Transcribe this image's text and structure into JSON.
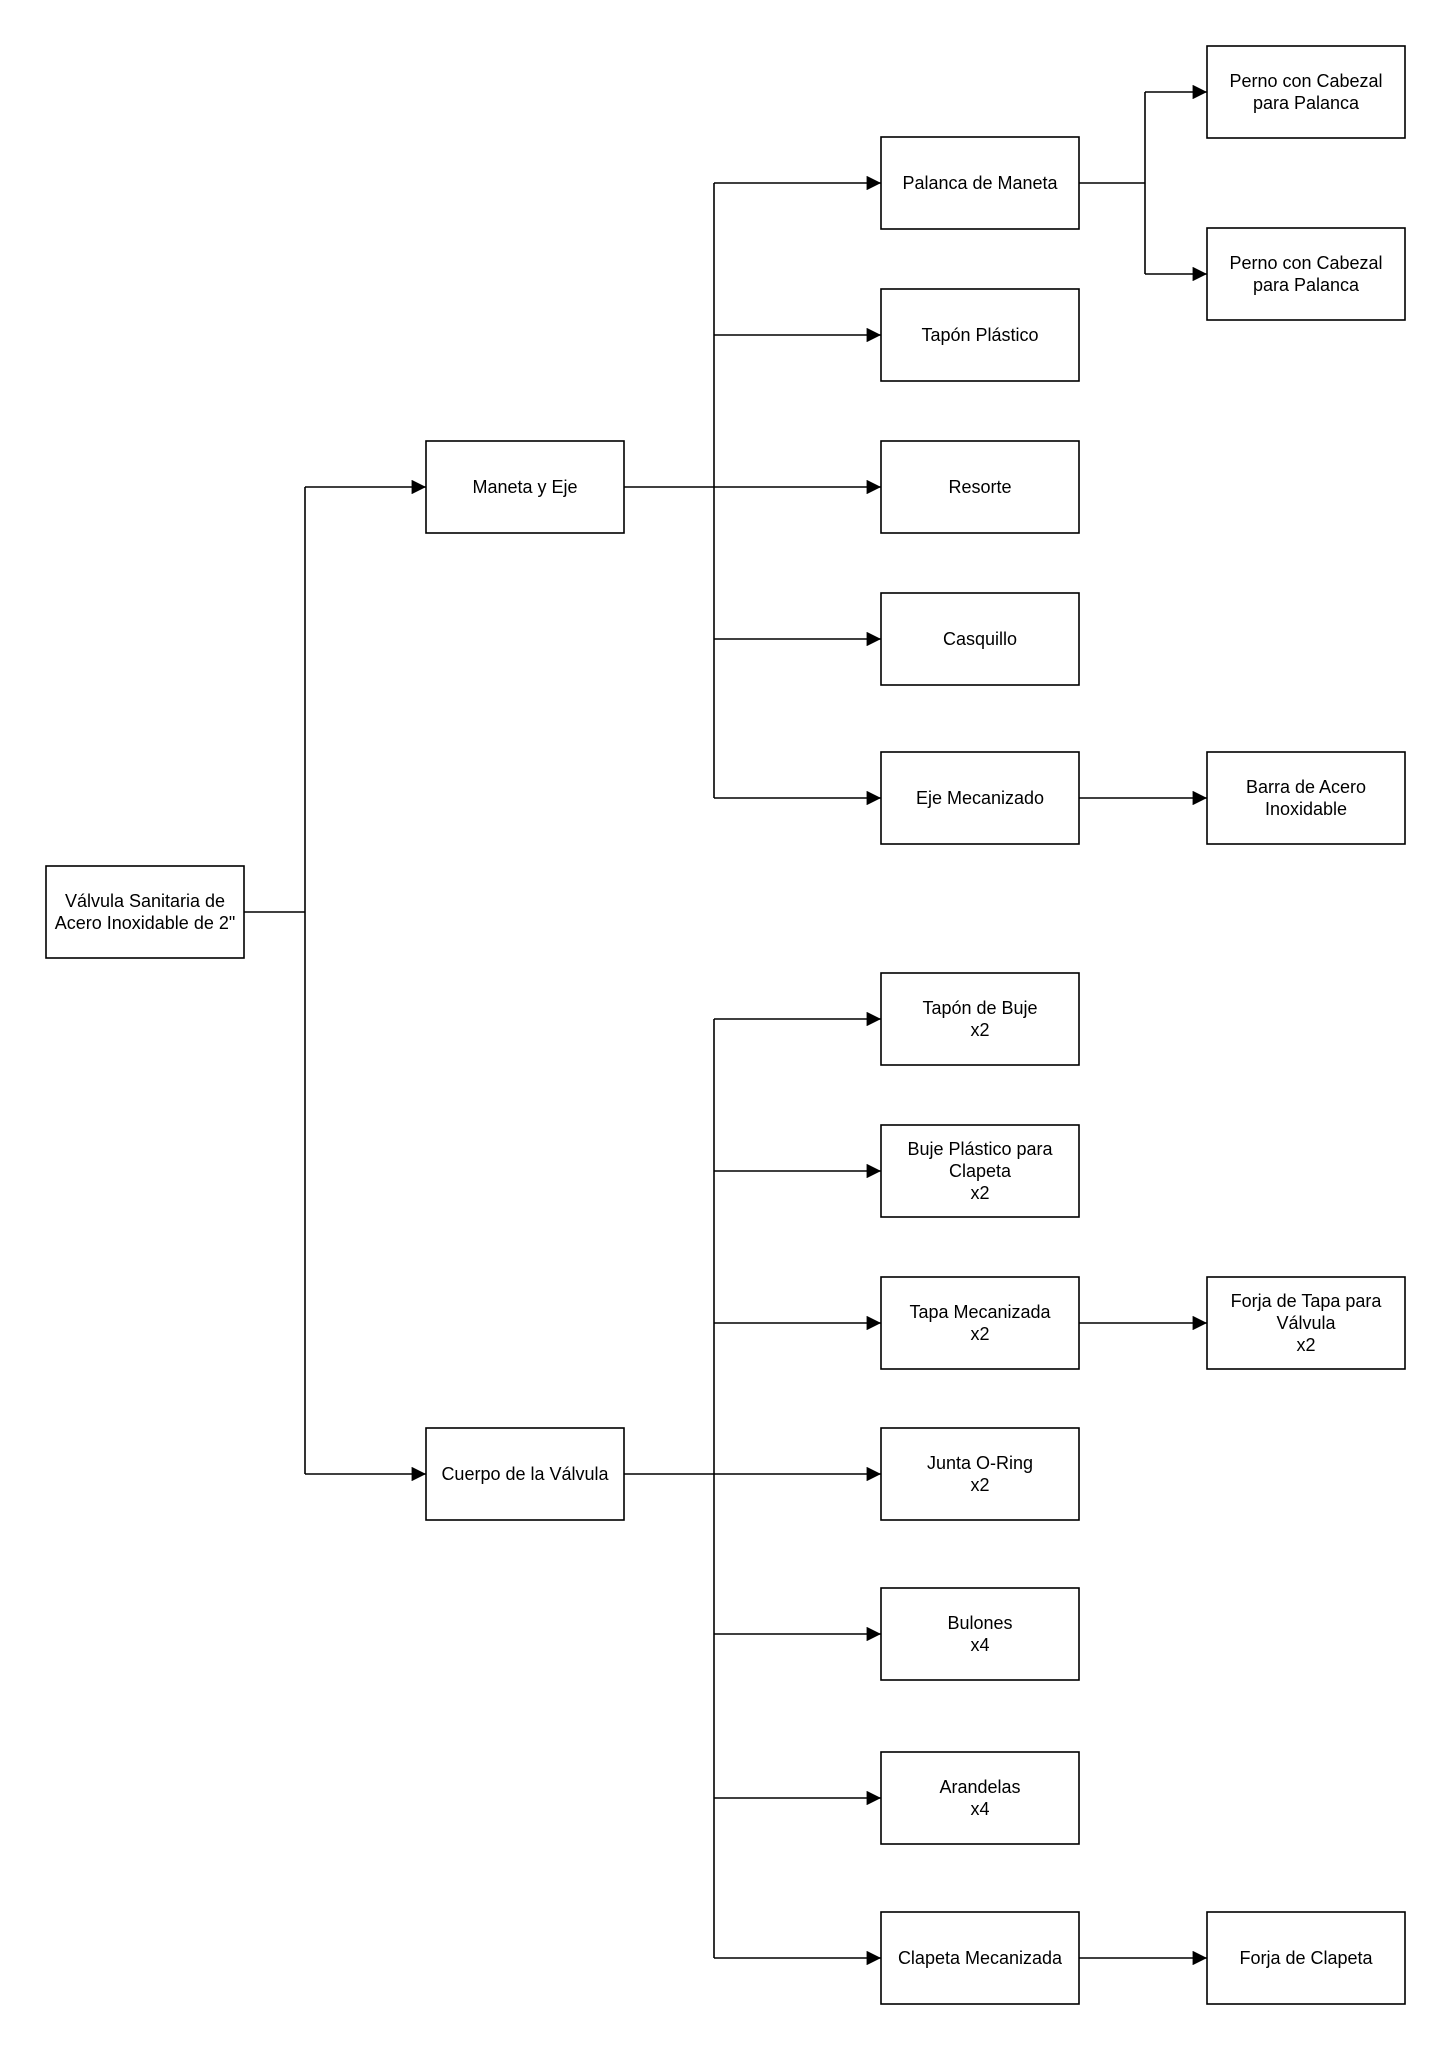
{
  "diagram": {
    "root": {
      "id": "root",
      "lines": [
        "Válvula Sanitaria de",
        "Acero Inoxidable de 2\""
      ]
    },
    "branches": [
      {
        "id": "maneta",
        "lines": [
          "Maneta y Eje"
        ],
        "children": [
          {
            "id": "palanca",
            "lines": [
              "Palanca de Maneta"
            ],
            "children": [
              {
                "id": "perno1",
                "lines": [
                  "Perno con Cabezal",
                  "para Palanca"
                ]
              },
              {
                "id": "perno2",
                "lines": [
                  "Perno con Cabezal",
                  "para Palanca"
                ]
              }
            ]
          },
          {
            "id": "tapon-plastico",
            "lines": [
              "Tapón Plástico"
            ]
          },
          {
            "id": "resorte",
            "lines": [
              "Resorte"
            ]
          },
          {
            "id": "casquillo",
            "lines": [
              "Casquillo"
            ]
          },
          {
            "id": "eje-mecanizado",
            "lines": [
              "Eje Mecanizado"
            ],
            "children": [
              {
                "id": "barra-acero",
                "lines": [
                  "Barra de Acero",
                  "Inoxidable"
                ]
              }
            ]
          }
        ]
      },
      {
        "id": "cuerpo",
        "lines": [
          "Cuerpo de la Válvula"
        ],
        "children": [
          {
            "id": "tapon-buje",
            "lines": [
              "Tapón de Buje",
              "x2"
            ]
          },
          {
            "id": "buje-plastico",
            "lines": [
              "Buje Plástico para",
              "Clapeta",
              "x2"
            ]
          },
          {
            "id": "tapa-mecanizada",
            "lines": [
              "Tapa Mecanizada",
              "x2"
            ],
            "children": [
              {
                "id": "forja-tapa",
                "lines": [
                  "Forja de Tapa para",
                  "Válvula",
                  "x2"
                ]
              }
            ]
          },
          {
            "id": "junta-oring",
            "lines": [
              "Junta O-Ring",
              "x2"
            ]
          },
          {
            "id": "bulones",
            "lines": [
              "Bulones",
              "x4"
            ]
          },
          {
            "id": "arandelas",
            "lines": [
              "Arandelas",
              "x4"
            ]
          },
          {
            "id": "clapeta-mecanizada",
            "lines": [
              "Clapeta Mecanizada"
            ],
            "children": [
              {
                "id": "forja-clapeta",
                "lines": [
                  "Forja de Clapeta"
                ]
              }
            ]
          }
        ]
      }
    ]
  }
}
